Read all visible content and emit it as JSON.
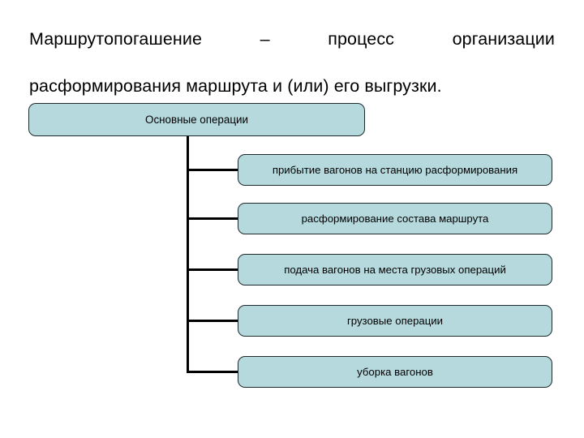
{
  "slide": {
    "heading": {
      "line1": "Маршрутопогашение – процесс организации",
      "line2": "расформирования маршрута и (или)  его выгрузки."
    },
    "diagram": {
      "type": "tree",
      "root": {
        "label": "Основные операции"
      },
      "children": [
        {
          "label": "прибытие вагонов на станцию расформирования"
        },
        {
          "label": "расформирование состава маршрута"
        },
        {
          "label": "подача вагонов на места грузовых операций"
        },
        {
          "label": "грузовые операции"
        },
        {
          "label": "уборка вагонов"
        }
      ],
      "colors": {
        "node_fill": "#b5d9dd",
        "node_border": "#1d2b2e",
        "connector": "#000000",
        "text": "#000000",
        "background": "#ffffff"
      }
    }
  }
}
